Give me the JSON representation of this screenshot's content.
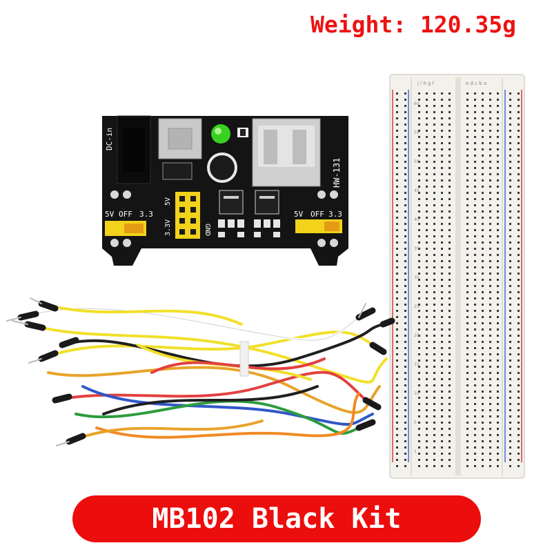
{
  "header": {
    "weight_text": "Weight: 120.35g"
  },
  "banner": {
    "label": "MB102 Black Kit"
  },
  "board": {
    "dc_label": "DC-in",
    "model_label": "HW-131",
    "left_5v": "5V",
    "left_off": "OFF",
    "left_33": "3.3",
    "right_5v": "5V",
    "right_off": "OFF",
    "right_33": "3.3",
    "header_5v": "5V",
    "header_33v": "3.3V",
    "header_gnd": "GND"
  },
  "breadboard": {
    "column_letters_top": "j i h g f",
    "column_letters_top_right": "e d c b a",
    "row_numbers": [
      "60",
      "55",
      "50",
      "45",
      "40",
      "35",
      "30",
      "25",
      "20",
      "15",
      "10",
      "5",
      "1"
    ]
  },
  "colors": {
    "accent_red": "#ec0d0d",
    "pcb_black": "#141414",
    "header_yellow": "#f2d21b",
    "led_green": "#39d11f",
    "breadboard_white": "#f3f1ec"
  }
}
